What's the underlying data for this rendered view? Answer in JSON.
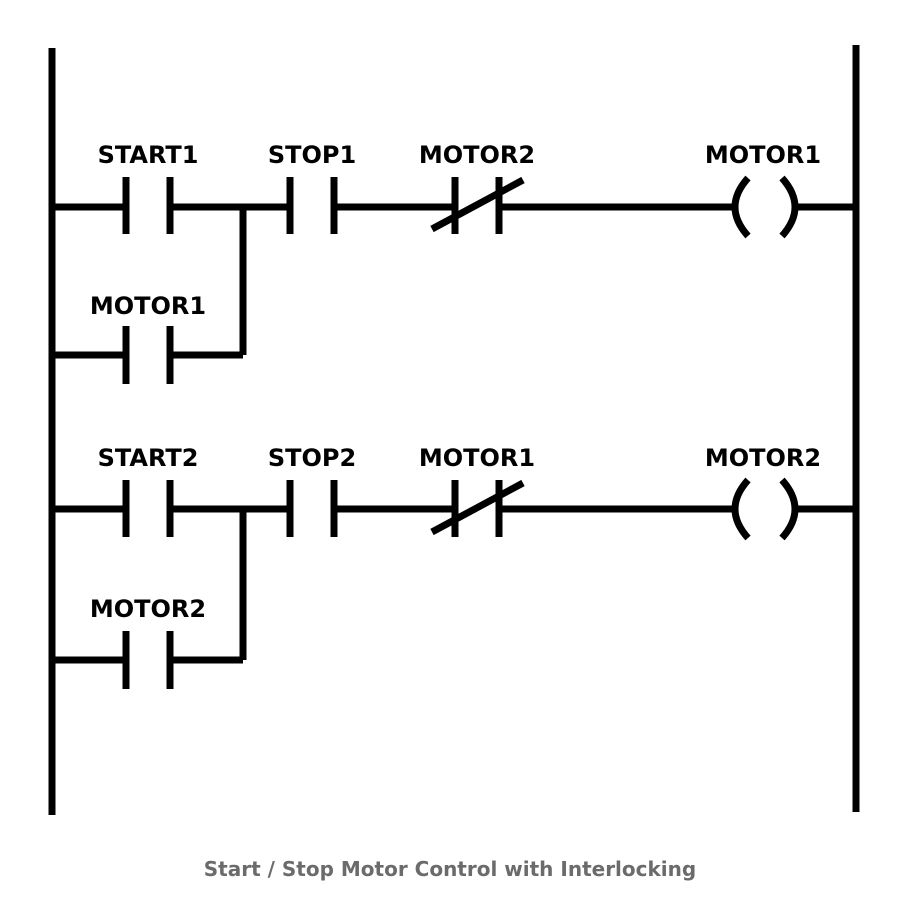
{
  "caption": "Start / Stop Motor Control with Interlocking",
  "colors": {
    "line": "#000000",
    "caption": "#6b6b6b",
    "background": "#ffffff"
  },
  "rungs": [
    {
      "start_contact": "START1",
      "stop_contact": "STOP1",
      "interlock_contact": "MOTOR2",
      "interlock_type": "normally-closed",
      "output_coil": "MOTOR1",
      "seal_in_contact": "MOTOR1"
    },
    {
      "start_contact": "START2",
      "stop_contact": "STOP2",
      "interlock_contact": "MOTOR1",
      "interlock_type": "normally-closed",
      "output_coil": "MOTOR2",
      "seal_in_contact": "MOTOR2"
    }
  ]
}
